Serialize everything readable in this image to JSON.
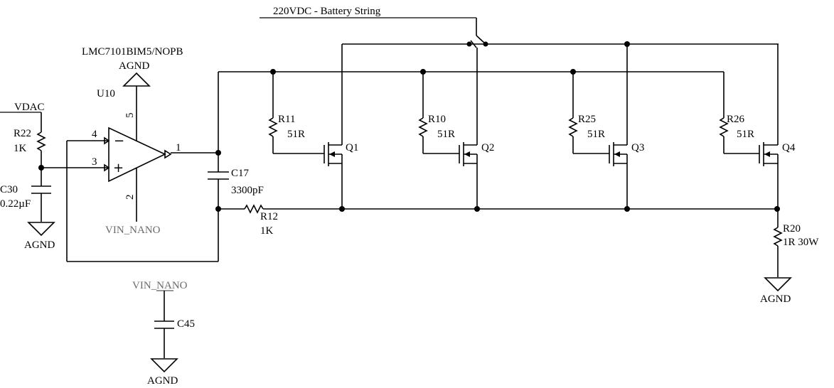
{
  "net_labels": {
    "battery": "220VDC - Battery String",
    "vdac": "VDAC",
    "agnd": "AGND",
    "vin_nano": "VIN_NANO"
  },
  "opamp": {
    "ref": "U10",
    "part": "LMC7101BIM5/NOPB",
    "pins": {
      "out": "1",
      "gnd": "2",
      "noninv": "3",
      "inv": "4",
      "vcc": "5"
    },
    "inv_symbol": "−",
    "noninv_symbol": "+"
  },
  "components": {
    "r22": {
      "ref": "R22",
      "value": "1K"
    },
    "c30": {
      "ref": "C30",
      "value": "0.22µF"
    },
    "c17": {
      "ref": "C17",
      "value": "3300pF"
    },
    "r12": {
      "ref": "R12",
      "value": "1K"
    },
    "c45": {
      "ref": "C45"
    },
    "r11": {
      "ref": "R11",
      "value": "51R"
    },
    "r10": {
      "ref": "R10",
      "value": "51R"
    },
    "r25": {
      "ref": "R25",
      "value": "51R"
    },
    "r26": {
      "ref": "R26",
      "value": "51R"
    },
    "q1": {
      "ref": "Q1"
    },
    "q2": {
      "ref": "Q2"
    },
    "q3": {
      "ref": "Q3"
    },
    "q4": {
      "ref": "Q4"
    },
    "r20": {
      "ref": "R20",
      "value": "1R 30W"
    }
  }
}
